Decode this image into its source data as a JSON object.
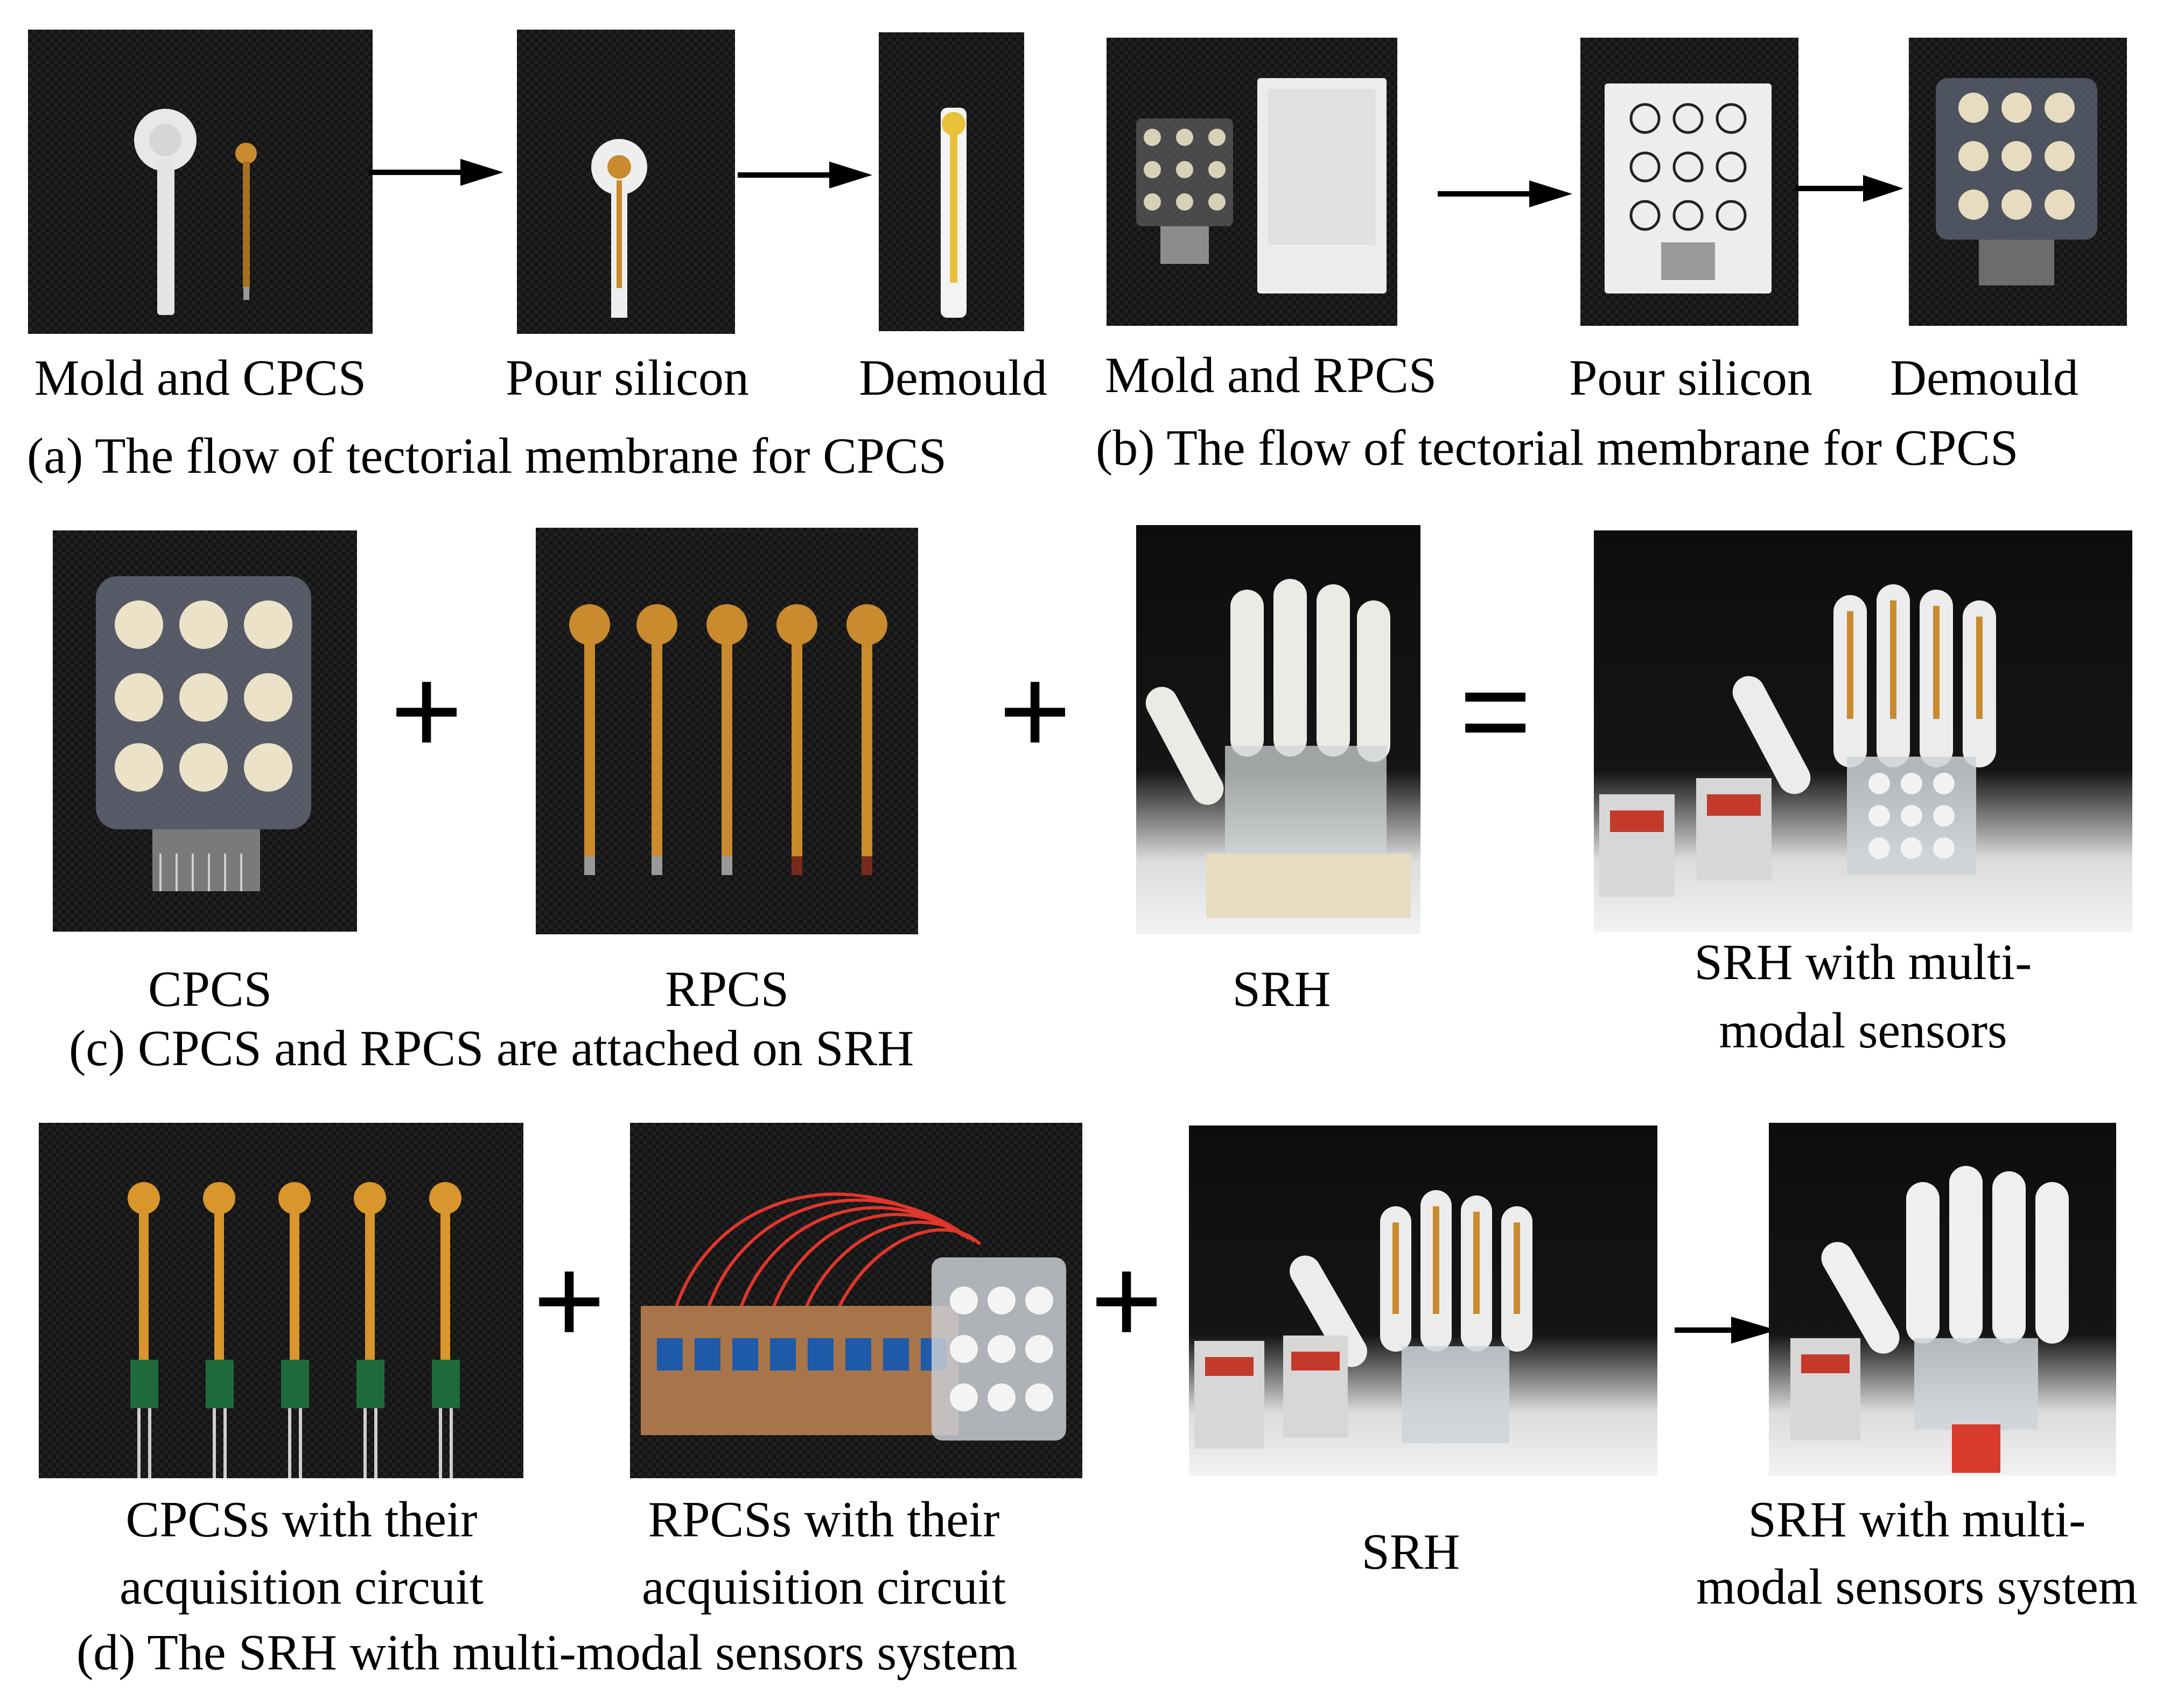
{
  "panel_a": {
    "steps": [
      "Mold and CPCS",
      "Pour silicon",
      "Demould"
    ],
    "caption": "(a) The  flow of tectorial membrane for CPCS"
  },
  "panel_b": {
    "steps": [
      "Mold and RPCS",
      "Pour silicon",
      "Demould"
    ],
    "caption": "(b) The flow of tectorial membrane for CPCS"
  },
  "panel_c": {
    "items": [
      "CPCS",
      "RPCS",
      "SRH"
    ],
    "result_line1": "SRH with multi-",
    "result_line2": "modal sensors",
    "operators": [
      "+",
      "+",
      "="
    ],
    "caption": "(c)  CPCS and RPCS are attached on SRH"
  },
  "panel_d": {
    "item1_line1": "CPCSs with their",
    "item1_line2": "acquisition circuit",
    "item2_line1": "RPCSs with their",
    "item2_line2": "acquisition circuit",
    "item3": "SRH",
    "result_line1": "SRH with multi-",
    "result_line2": "modal sensors system",
    "operators": [
      "+",
      "+"
    ],
    "caption": "(d) The SRH with multi-modal sensors system"
  },
  "colors": {
    "sensor_gold": "#c98b2e",
    "silicone_white": "#ececec",
    "photo_background": "#141414"
  }
}
